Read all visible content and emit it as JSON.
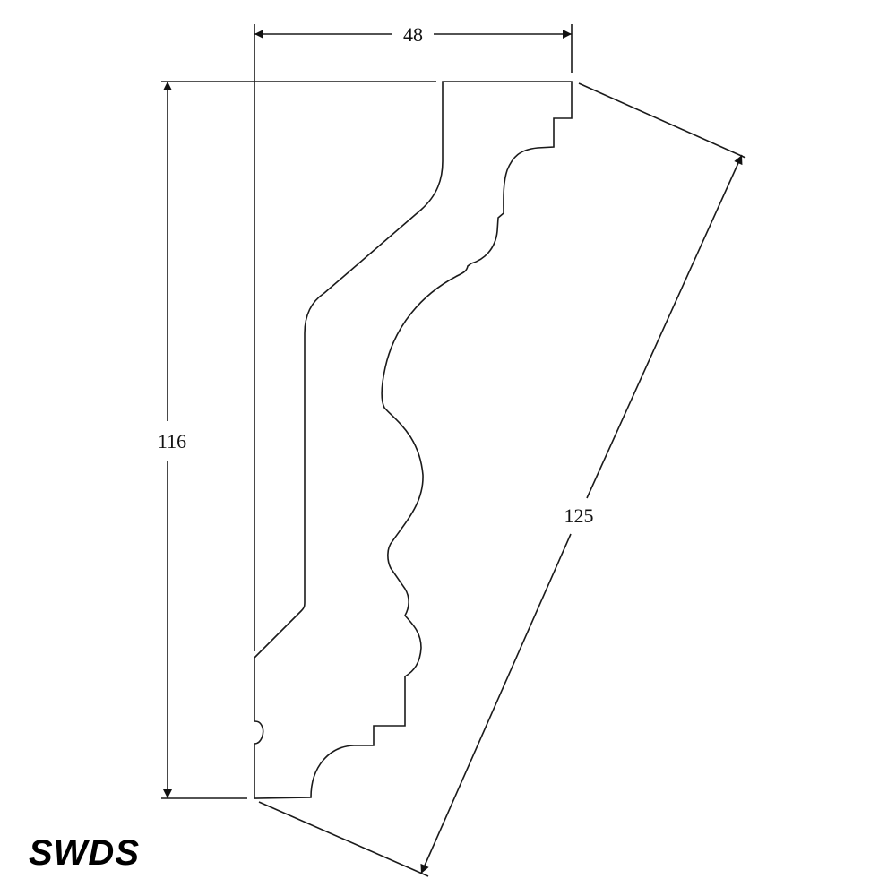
{
  "diagram": {
    "dimensions": {
      "width": "48",
      "height": "116",
      "diagonal": "125"
    },
    "logo": "SWDS",
    "colors": {
      "line": "#1a1a1a",
      "background": "#ffffff"
    }
  }
}
